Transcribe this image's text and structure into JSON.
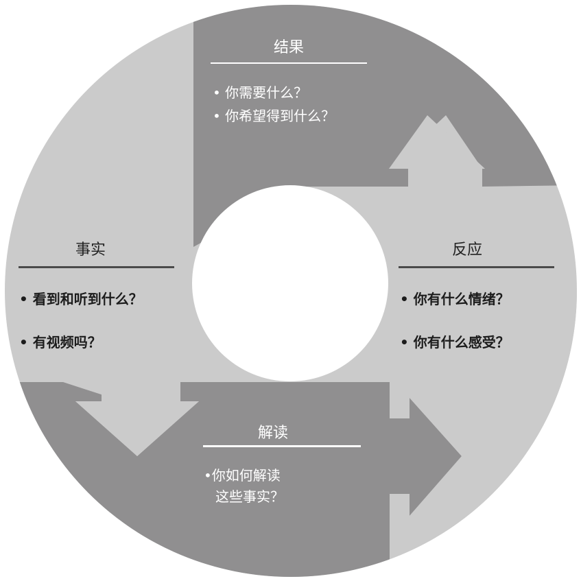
{
  "colors": {
    "dark_gray": "#908f90",
    "light_gray": "#cbcbcb",
    "center": "#ffffff",
    "line_dark": "#4a4a4a",
    "line_light": "#ffffff"
  },
  "sections": {
    "result": {
      "title": "结果",
      "items": [
        "• 你需要什么？",
        "• 你希望得到什么？"
      ]
    },
    "reaction": {
      "title": "反应",
      "items": [
        "• 你有什么情绪？",
        "• 你有什么感受？"
      ]
    },
    "facts": {
      "title": "事实",
      "items": [
        "• 看到和听到什么？",
        "• 有视频吗？"
      ]
    },
    "interpretation": {
      "title": "解读",
      "items": [
        "•你如何解读",
        "这些事实？"
      ]
    }
  },
  "arrows": {
    "facts_to_interpretation": "down",
    "interpretation_to_reaction": "right",
    "reaction_to_result": "up"
  }
}
